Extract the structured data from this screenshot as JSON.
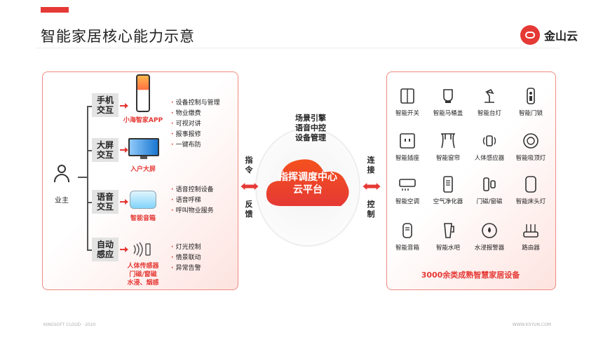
{
  "header": {
    "title": "智能家居核心能力示意",
    "logo_text": "金山云"
  },
  "owner": {
    "label": "业主",
    "icon": "house-user-icon"
  },
  "modes": [
    {
      "label": "手机\n交互",
      "device": "小海智家APP",
      "icon": "smartphone-icon",
      "features": [
        "设备控制与管理",
        "物业缴费",
        "可视对讲",
        "报事报修",
        "一键布防"
      ]
    },
    {
      "label": "大屏\n交互",
      "device": "入户大屏",
      "icon": "tv-screen-icon",
      "features": []
    },
    {
      "label": "语音\n交互",
      "device": "智能音箱",
      "icon": "smart-speaker-icon",
      "features": [
        "语音控制设备",
        "语音呼梯",
        "呼叫物业服务"
      ]
    },
    {
      "label": "自动\n感应",
      "device": "人体传感器\n门磁/窗磁\n水浸、烟感",
      "icon": "sensor-icon",
      "features": [
        "灯光控制",
        "情景联动",
        "异常告警"
      ]
    }
  ],
  "center": {
    "left_link_top": "指令",
    "left_link_bottom": "反馈",
    "right_link_top": "连接",
    "right_link_bottom": "控制",
    "services": [
      "场景引擎",
      "语音中控",
      "设备管理"
    ],
    "cloud_lines": [
      "指挥调度中心",
      "云平台"
    ]
  },
  "devices": [
    {
      "label": "智能开关",
      "icon": "switch-icon"
    },
    {
      "label": "智能马桶盖",
      "icon": "toilet-icon"
    },
    {
      "label": "智能台灯",
      "icon": "desk-lamp-icon"
    },
    {
      "label": "智能门锁",
      "icon": "door-lock-icon"
    },
    {
      "label": "智能插座",
      "icon": "socket-icon"
    },
    {
      "label": "智能窗帘",
      "icon": "curtain-icon"
    },
    {
      "label": "人体感应器",
      "icon": "motion-sensor-icon"
    },
    {
      "label": "智能吸顶灯",
      "icon": "ceiling-light-icon"
    },
    {
      "label": "智能空调",
      "icon": "air-conditioner-icon"
    },
    {
      "label": "空气净化器",
      "icon": "air-purifier-icon"
    },
    {
      "label": "门磁/窗磁",
      "icon": "door-sensor-icon"
    },
    {
      "label": "智能床头灯",
      "icon": "bedside-lamp-icon"
    },
    {
      "label": "智能音箱",
      "icon": "speaker-icon"
    },
    {
      "label": "智能水吧",
      "icon": "water-bar-icon"
    },
    {
      "label": "水浸报警器",
      "icon": "water-alarm-icon"
    },
    {
      "label": "路由器",
      "icon": "router-icon"
    }
  ],
  "device_caption": "3000余类成熟智慧家居设备",
  "footer": {
    "left": "KINGSOFT CLOUD · 2020",
    "right": "WWW.KSYUN.COM"
  },
  "colors": {
    "accent": "#e53935",
    "panel_border": "#ef8a80",
    "cloud_top": "#f4511e",
    "cloud_bottom": "#e53935"
  }
}
